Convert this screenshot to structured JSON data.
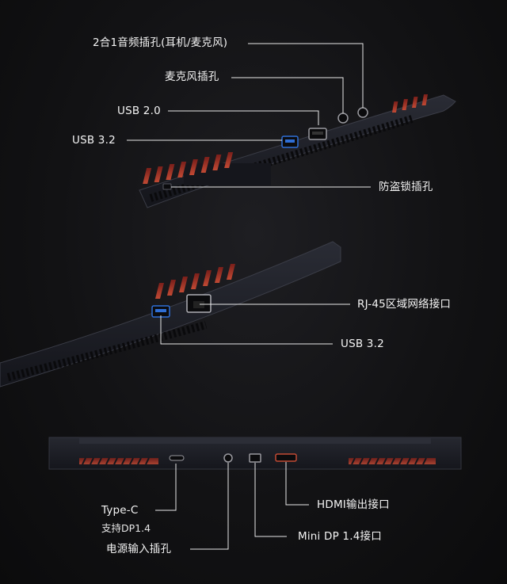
{
  "sections": {
    "side_left": {
      "labels": {
        "audio_combo": "2合1音频插孔(耳机/麦克风)",
        "mic": "麦克风插孔",
        "usb20": "USB 2.0",
        "usb32": "USB 3.2",
        "lock": "防盗锁插孔"
      }
    },
    "side_right": {
      "labels": {
        "rj45": "RJ-45区域网络接口",
        "usb32": "USB 3.2"
      }
    },
    "rear": {
      "labels": {
        "typec": "Type-C",
        "typec_note": "支持DP1.4",
        "power": "电源输入插孔",
        "minidp": "Mini DP 1.4接口",
        "hdmi": "HDMI输出接口"
      }
    }
  },
  "colors": {
    "background": "#121214",
    "chassis": "#1a1b22",
    "vent_accent": "#b0392e",
    "line": "#e8e8e8",
    "usb3_blue": "#2f6fd6"
  },
  "icons": {
    "audio_port": "headphone-jack-icon",
    "mic_port": "mic-jack-icon",
    "usb_port": "usb-port-icon",
    "lock_port": "kensington-lock-icon",
    "ethernet_port": "ethernet-port-icon",
    "typec_port": "usb-c-port-icon",
    "power_port": "dc-power-port-icon",
    "minidp_port": "mini-displayport-icon",
    "hdmi_port": "hdmi-port-icon"
  }
}
